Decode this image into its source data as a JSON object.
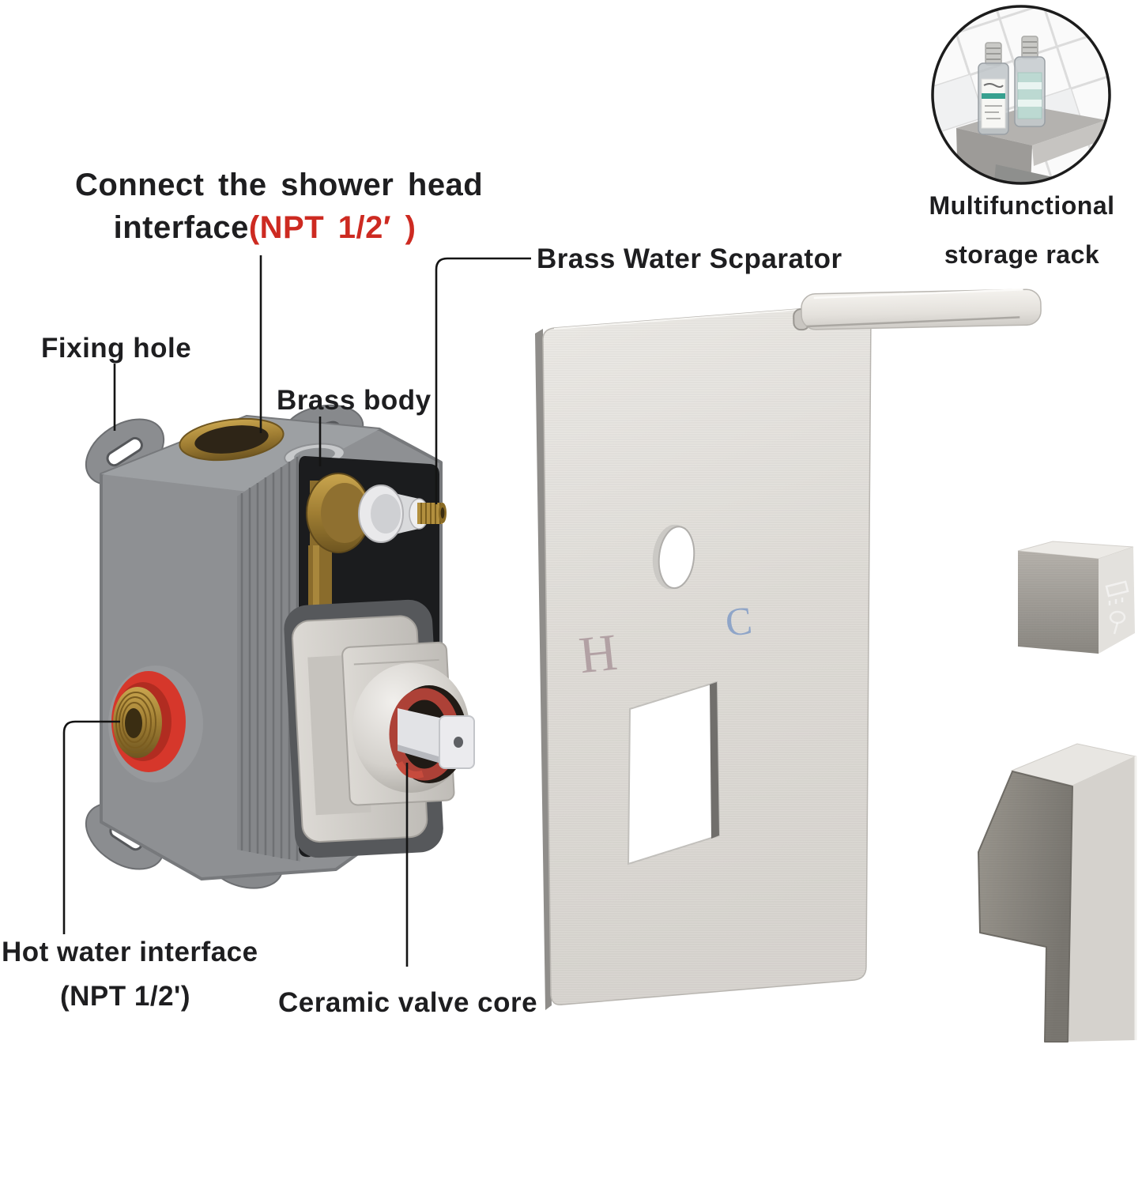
{
  "page": {
    "background": "#ffffff"
  },
  "colors": {
    "accent_red": "#cd2a21",
    "label_black": "#1e1e20",
    "hot_port_red": "#d6372b",
    "brass": "#b28f3e",
    "brushed_nickel": "#dedbd6",
    "hot_marker_color": "#b2a1a4",
    "cold_marker_color": "#8fa5c8"
  },
  "labels": {
    "connect_line1": "Connect the shower head",
    "connect_line2_black": "interface",
    "connect_line2_red": "(NPT 1/2′ )",
    "fixing_hole": "Fixing hole",
    "brass_body": "Brass body",
    "brass_water_separator": "Brass Water Scparator",
    "hot_water_line1": "Hot water interface",
    "hot_water_line2": "(NPT 1/2')",
    "ceramic_valve_core": "Ceramic valve core"
  },
  "inset": {
    "caption_line1": "Multifunctional",
    "caption_line2": "storage rack"
  },
  "plate": {
    "hot_marker": "H",
    "cold_marker": "C"
  },
  "diverter_knob": {
    "icons": [
      "rain-shower-icon",
      "handheld-shower-icon"
    ]
  }
}
